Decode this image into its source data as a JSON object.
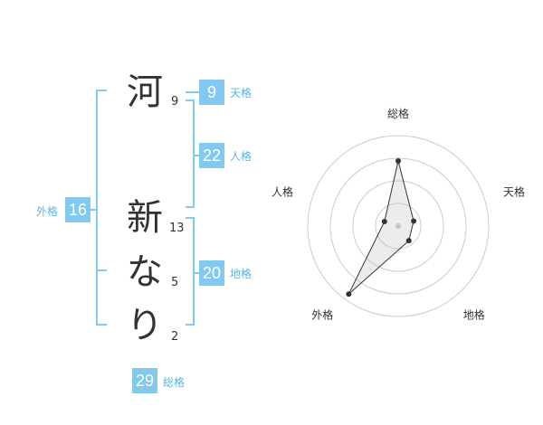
{
  "name": {
    "chars": [
      {
        "char": "河",
        "strokes": "9"
      },
      {
        "char": "新",
        "strokes": "13"
      },
      {
        "char": "な",
        "strokes": "5"
      },
      {
        "char": "り",
        "strokes": "2"
      }
    ]
  },
  "fortune": {
    "tenkaku": {
      "value": "9",
      "label": "天格"
    },
    "jinkaku": {
      "value": "22",
      "label": "人格"
    },
    "chikaku": {
      "value": "20",
      "label": "地格"
    },
    "gaikaku": {
      "value": "16",
      "label": "外格"
    },
    "soukaku": {
      "value": "29",
      "label": "総格"
    }
  },
  "colors": {
    "accent": "#83c8ee",
    "label": "#5bb4e2",
    "text": "#333333",
    "grid": "#cccccc"
  },
  "chart_data": {
    "type": "radar",
    "axes": [
      "総格",
      "天格",
      "地格",
      "外格",
      "人格"
    ],
    "values": [
      0.72,
      0.18,
      0.2,
      0.93,
      0.16
    ],
    "rmax": 1,
    "rings": 4
  }
}
